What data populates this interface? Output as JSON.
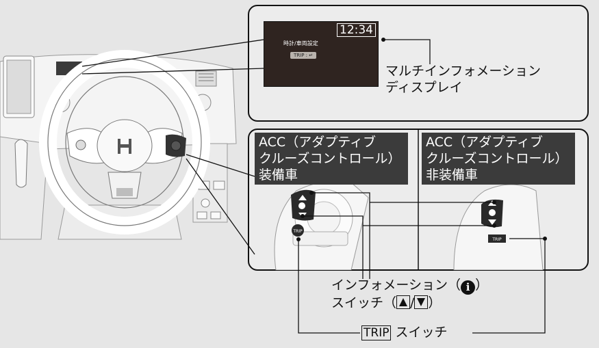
{
  "display": {
    "clock": "12:34",
    "menu_text": "時計/車両設定",
    "trip_chip": "TRIP : ↵"
  },
  "labels": {
    "display_name_line1": "マルチインフォメーション",
    "display_name_line2": "ディスプレイ",
    "acc_equipped": [
      "ACC（アダプティブ",
      "クルーズコントロール）",
      "装備車"
    ],
    "acc_not_equipped": [
      "ACC（アダプティブ",
      "クルーズコントロール）",
      "非装備車"
    ],
    "info_switch_line1_pre": "インフォメーション（",
    "info_switch_icon": "i",
    "info_switch_line1_post": "）",
    "info_switch_line2_pre": "スイッチ（",
    "info_switch_sep": "/",
    "info_switch_line2_post": "）",
    "trip_key": "TRIP",
    "trip_switch": "スイッチ"
  },
  "switch_panel": {
    "trip_badge": "TRIP",
    "info_icon": "i"
  },
  "colors": {
    "background": "#e6e6e6",
    "panel": "#ececec",
    "variant_label_bg": "#3b3b3b",
    "screen_bg": "#2f2420"
  },
  "icons": [
    "up-triangle-icon",
    "down-triangle-icon",
    "info-icon",
    "enter-arrow-icon"
  ]
}
